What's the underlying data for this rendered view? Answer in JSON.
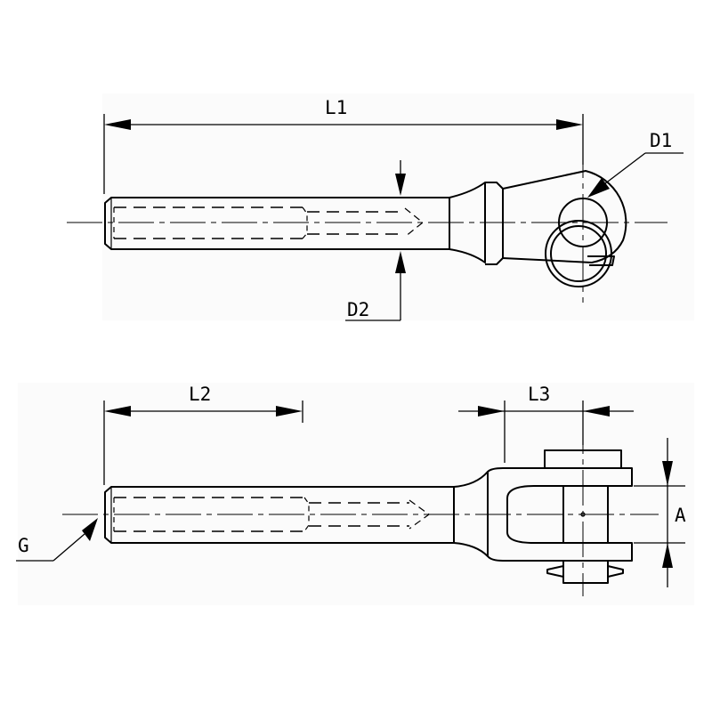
{
  "labels": {
    "L1": "L1",
    "D1": "D1",
    "D2": "D2",
    "L2": "L2",
    "L3": "L3",
    "G": "G",
    "A": "A"
  }
}
